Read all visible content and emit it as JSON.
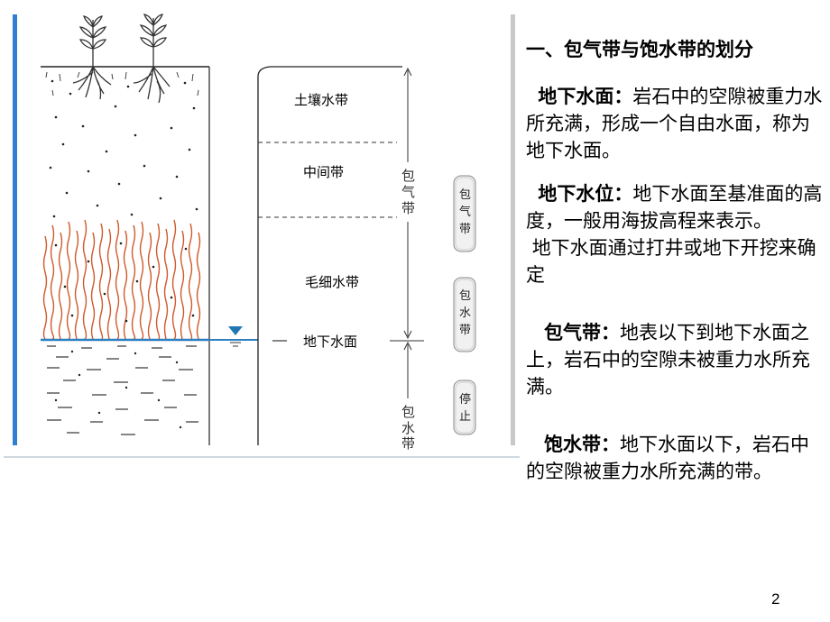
{
  "diagram": {
    "zone_labels": {
      "soil_water": "土壤水带",
      "intermediate": "中间带",
      "capillary": "毛细水带",
      "water_table": "地下水面"
    },
    "side_labels": {
      "vadose": [
        "包",
        "气",
        "带"
      ],
      "saturated": [
        "包",
        "水",
        "带"
      ]
    },
    "pills": [
      [
        "包",
        "气",
        "带"
      ],
      [
        "包",
        "水",
        "带"
      ],
      [
        "停",
        "止"
      ]
    ],
    "colors": {
      "blue_bar": "#2f7fd0",
      "water_line": "#2a7fc0",
      "capillary_roots": "#d05a2a",
      "water_triangle": "#1f78b4"
    }
  },
  "text_panel": {
    "section_title": "一、包气带与饱水带的划分",
    "paragraphs": [
      {
        "term": "地下水面：",
        "body": "岩石中的空隙被重力水所充满，形成一个自由水面，称为地下水面。"
      },
      {
        "term": "地下水位：",
        "body": "地下水面至基准面的高度，一般用海拔高程来表示。"
      },
      {
        "term": "",
        "body": "地下水面通过打井或地下开挖来确定"
      },
      {
        "term": "包气带：",
        "body": "地表以下到地下水面之上，岩石中的空隙未被重力水所充满。"
      },
      {
        "term": "饱水带：",
        "body": "地下水面以下，岩石中的空隙被重力水所充满的带。"
      }
    ]
  },
  "page_number": "2"
}
